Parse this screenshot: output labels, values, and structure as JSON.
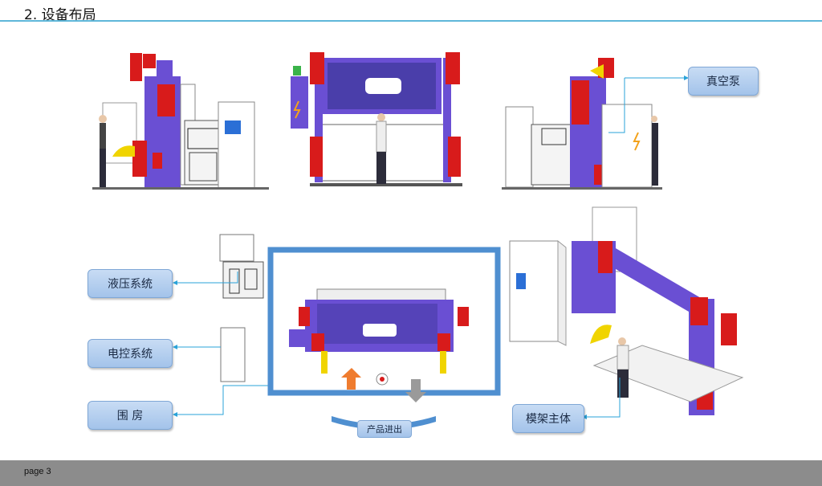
{
  "slide": {
    "title": "2. 设备布局",
    "page_label": "page 3"
  },
  "callouts": {
    "vacuum_pump": "真空泵",
    "hydraulic_system": "液压系统",
    "electric_control": "电控系统",
    "enclosure": "围 房",
    "mold_frame_body": "模架主体",
    "product_in_out": "产品进出"
  },
  "colors": {
    "accent_line": "#5fb7d9",
    "machine_purple": "#6a4fd3",
    "motor_red": "#d81b1b",
    "yellow_part": "#f0d400",
    "enclosure_blue": "#4f8fd0",
    "in_arrow": "#ef7c2f",
    "out_arrow": "#9a9a9a",
    "footer": "#8c8c8c"
  }
}
